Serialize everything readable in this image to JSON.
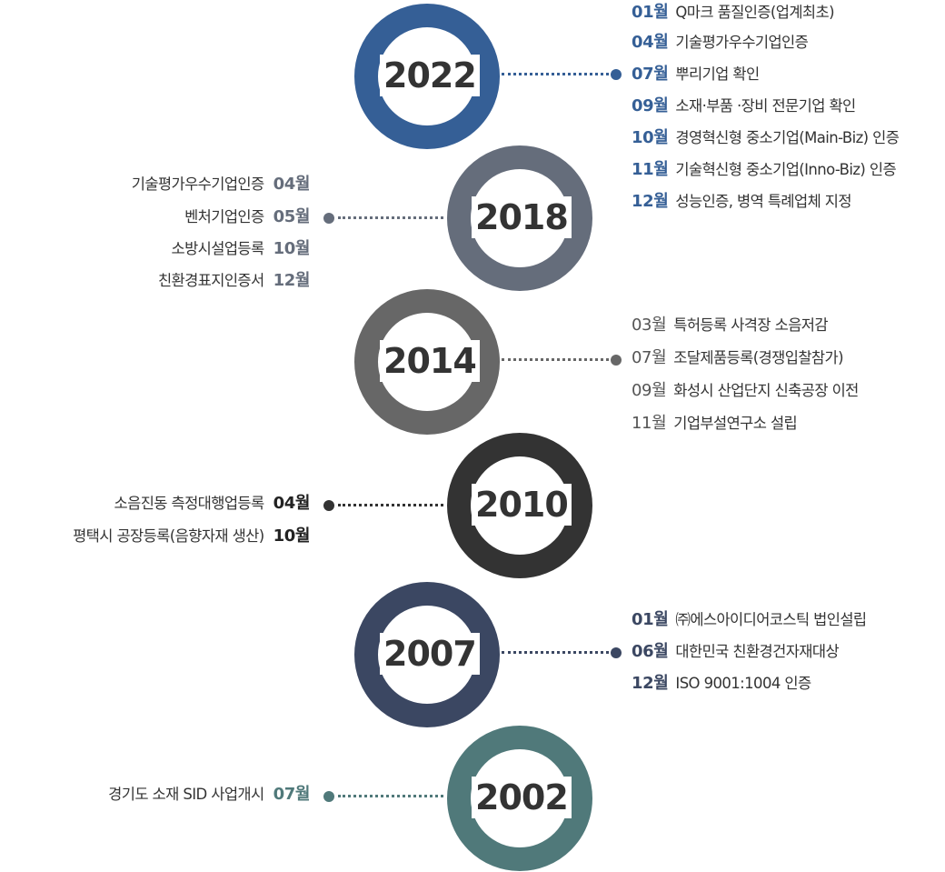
{
  "timeline": [
    {
      "year": "2022",
      "color": "#355f96",
      "month_color": "#355f96",
      "side": "right",
      "events": [
        {
          "month": "01월",
          "text": "Q마크 품질인증(업계최초)"
        },
        {
          "month": "04월",
          "text": "기술평가우수기업인증"
        },
        {
          "month": "07월",
          "text": "뿌리기업 확인"
        },
        {
          "month": "09월",
          "text": "소재·부품 ·장비 전문기업 확인"
        },
        {
          "month": "10월",
          "text": "경영혁신형 중소기업(Main-Biz) 인증"
        },
        {
          "month": "11월",
          "text": "기술혁신형 중소기업(Inno-Biz) 인증"
        },
        {
          "month": "12월",
          "text": "성능인증, 병역 특례업체 지정"
        }
      ]
    },
    {
      "year": "2018",
      "color": "#656d7b",
      "month_color": "#656d7b",
      "side": "left",
      "events": [
        {
          "month": "04월",
          "text": "기술평가우수기업인증"
        },
        {
          "month": "05월",
          "text": "벤처기업인증"
        },
        {
          "month": "10월",
          "text": "소방시설업등록"
        },
        {
          "month": "12월",
          "text": "친환경표지인증서"
        }
      ]
    },
    {
      "year": "2014",
      "color": "#676767",
      "month_color": "#555555",
      "side": "right",
      "events": [
        {
          "month": "03월",
          "text": "특허등록 사격장 소음저감"
        },
        {
          "month": "07월",
          "text": "조달제품등록(경쟁입찰참가)"
        },
        {
          "month": "09월",
          "text": "화성시 산업단지 신축공장 이전"
        },
        {
          "month": "11월",
          "text": "기업부설연구소 설립"
        }
      ]
    },
    {
      "year": "2010",
      "color": "#333333",
      "month_color": "#222222",
      "side": "left",
      "events": [
        {
          "month": "04월",
          "text": "소음진동 측정대행업등록"
        },
        {
          "month": "10월",
          "text": "평택시 공장등록(음향자재 생산)"
        }
      ]
    },
    {
      "year": "2007",
      "color": "#3b4762",
      "month_color": "#3b4762",
      "side": "right",
      "events": [
        {
          "month": "01월",
          "text": "㈜에스아이디어코스틱 법인설립"
        },
        {
          "month": "06월",
          "text": "대한민국 친환경건자재대상"
        },
        {
          "month": "12월",
          "text": "ISO 9001:1004 인증"
        }
      ]
    },
    {
      "year": "2002",
      "color": "#50797a",
      "month_color": "#50797a",
      "side": "left",
      "events": [
        {
          "month": "07월",
          "text": "경기도 소재 SID 사업개시"
        }
      ]
    }
  ]
}
